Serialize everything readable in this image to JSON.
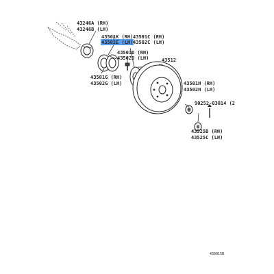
{
  "labels": {
    "l43246a": "43246A (RH)",
    "l43246b": "43246B (LH)",
    "l43501k": "43501K (RH)",
    "l43502e": "43502E (LH)",
    "l43501c": "43501C (RH)",
    "l43502c": "43502C (LH)",
    "l43501d": "43501D (RH)",
    "l43502d": "43502D (LH)",
    "l43512": "43512",
    "l43501g": "43501G (RH)",
    "l43502g": "43502G (LH)",
    "l43501h": "43501H (RH)",
    "l43502h": "43502H (LH)",
    "l90252": "90252-03014 (2",
    "l43525b": "43525B (RH)",
    "l43525c": "43525C (LH)",
    "diagram_id": "430015B"
  },
  "colors": {
    "highlight": "#3d8ff0",
    "line": "#333333"
  }
}
